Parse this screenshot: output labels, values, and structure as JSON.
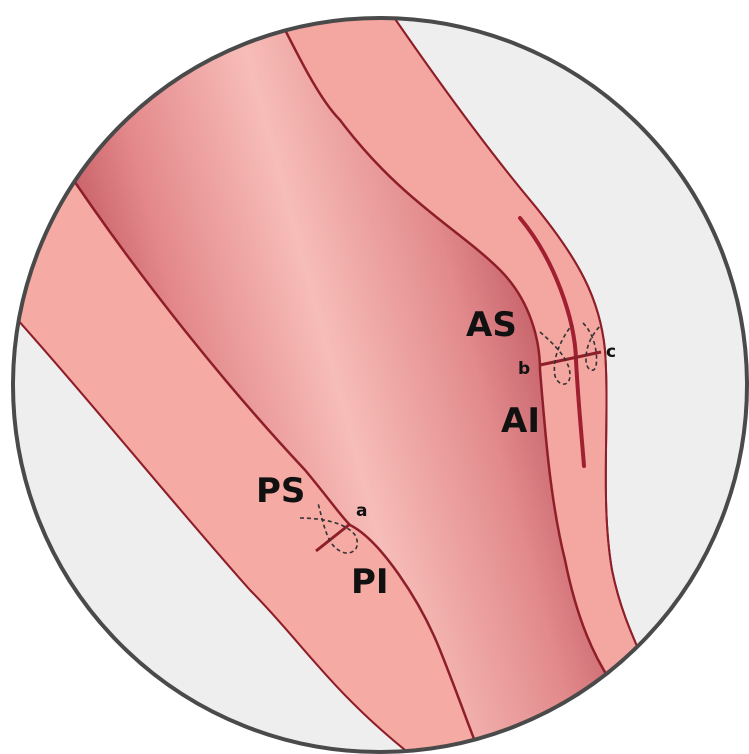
{
  "labels": {
    "as": "AS",
    "ai": "AI",
    "ps": "PS",
    "pi": "PI",
    "a": "a",
    "b": "b",
    "c": "c"
  },
  "colors": {
    "background": "#eeeeee",
    "wall": "#f4a6a0",
    "wall_line": "#8e1f2a",
    "lumen_dark": "#c9646a",
    "lumen_light": "#f7bcb8",
    "suture": "#333333",
    "circle_border": "#4a4a4a"
  }
}
